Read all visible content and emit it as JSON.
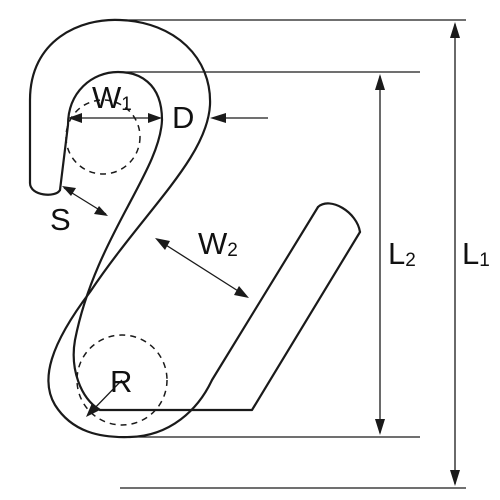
{
  "labels": {
    "w1": "W",
    "w1_sub": "1",
    "d": "D",
    "s": "S",
    "w2": "W",
    "w2_sub": "2",
    "l2": "L",
    "l2_sub": "2",
    "l1": "L",
    "l1_sub": "1",
    "r": "R"
  }
}
